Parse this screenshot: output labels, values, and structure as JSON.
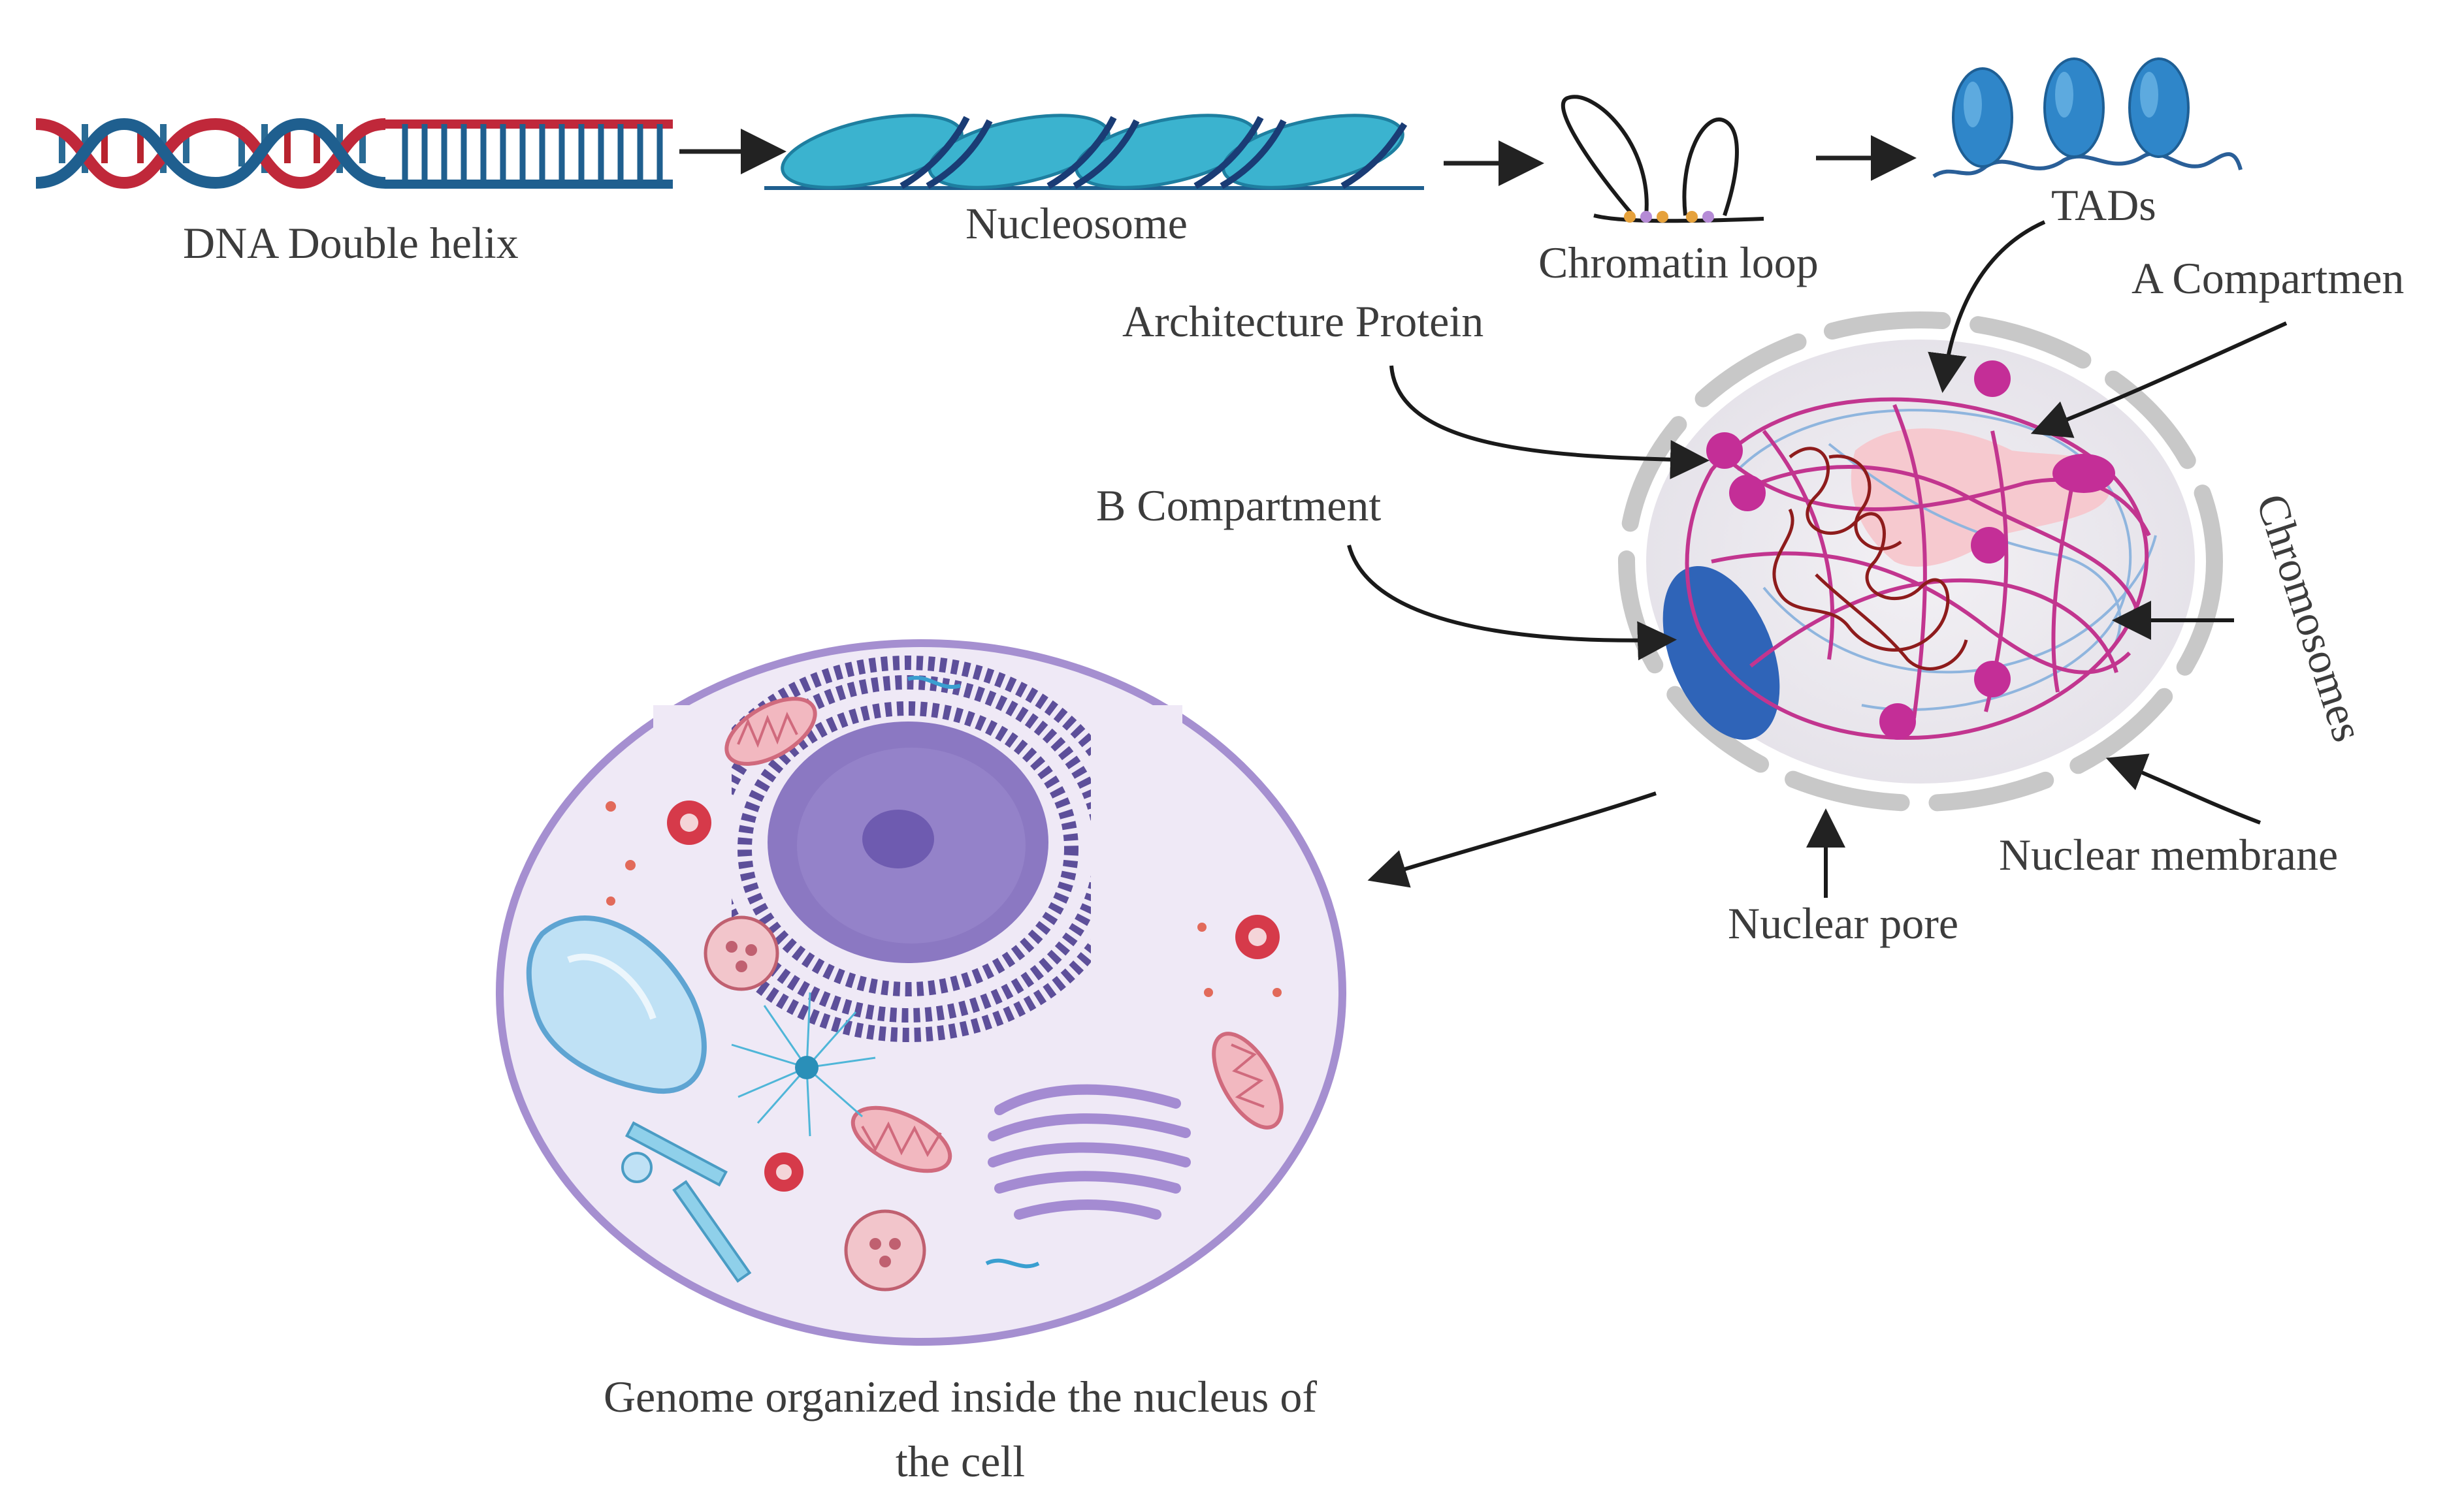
{
  "labels": {
    "dna": "DNA Double helix",
    "nucleosome": "Nucleosome",
    "chromatin_loop": "Chromatin loop",
    "tads": "TADs",
    "a_compartment": "A Compartmen",
    "architecture_protein": "Architecture Protein",
    "b_compartment": "B Compartment",
    "chromosomes": "Chromosomes",
    "nuclear_membrane": "Nuclear membrane",
    "nuclear_pore": "Nuclear pore",
    "caption_line1": "Genome organized inside the nucleus of",
    "caption_line2": "the cell"
  },
  "colors": {
    "dna_red": "#c0283a",
    "dna_blue": "#1f5f8f",
    "nucleosome": "#3bb3cf",
    "tad_blue": "#2f86c9",
    "chromatin_magenta": "#c2358f",
    "chromatin_red": "#8e1c1c",
    "a_compartment": "#f6c9cf",
    "b_compartment": "#2f64b8",
    "membrane_gray": "#c8c8c8",
    "cell_fill": "#efe9f6",
    "cell_border": "#a58fd0",
    "nucleus_purple": "#8b78c2",
    "er_purple": "#5d4f9a"
  }
}
